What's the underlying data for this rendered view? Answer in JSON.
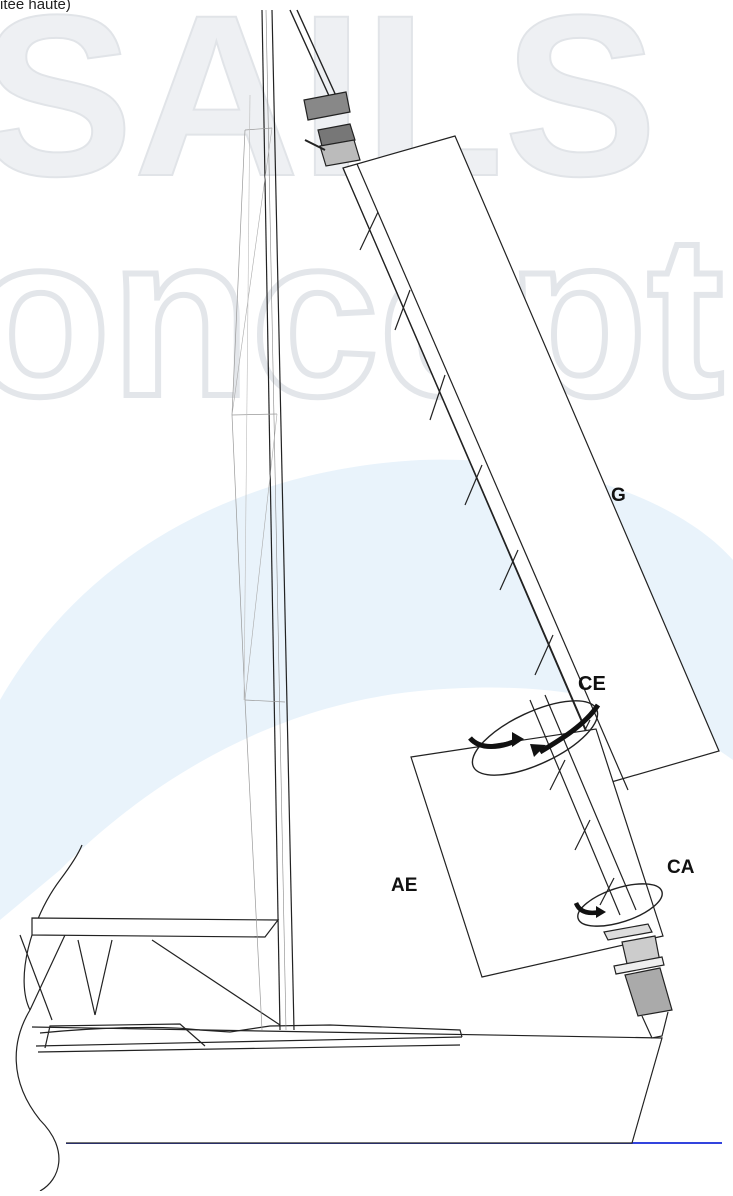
{
  "caption": "itée haute)",
  "labels": {
    "G": "G",
    "CE": "CE",
    "AE": "AE",
    "CA": "CA"
  },
  "watermark": {
    "line1": "SAILS",
    "line2": "oncept"
  },
  "colors": {
    "waterline": "#3344dd",
    "ink": "#222222",
    "watermark": "#eef1f5",
    "watermark_blue": "#e6f1fb"
  }
}
